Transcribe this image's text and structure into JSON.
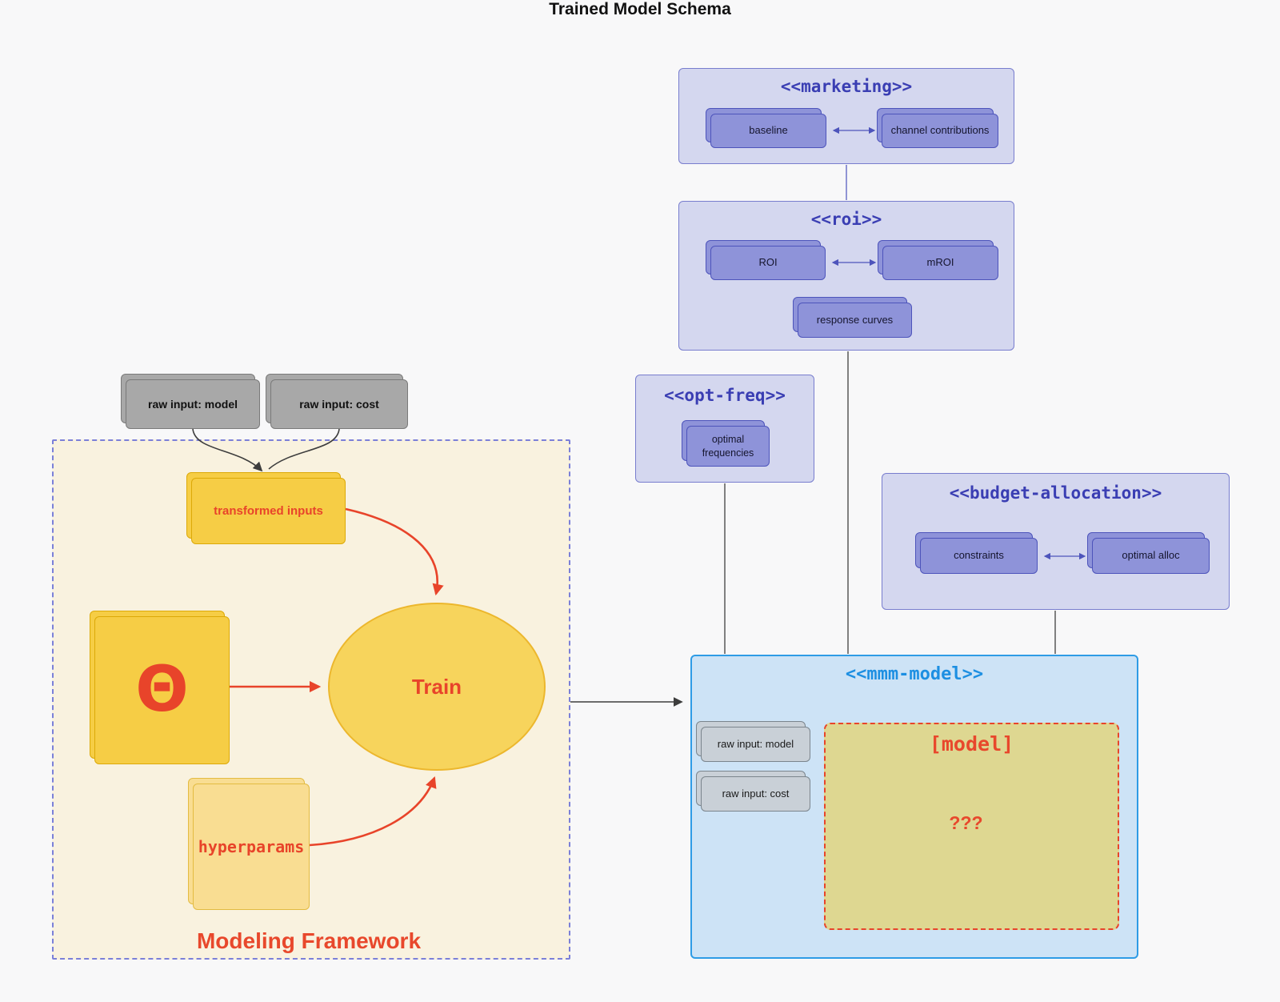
{
  "title": "Trained Model Schema",
  "colors": {
    "background": "#f8f8f9",
    "cluster_purple_fill": "#d4d7ef",
    "cluster_purple_border": "#787dce",
    "cluster_purple_title": "#3a3eb3",
    "node_purple_fill": "#8e93d9",
    "node_purple_border": "#4d54bb",
    "mmm_fill": "#cde3f6",
    "mmm_border": "#2e9ce6",
    "mmm_title": "#1d8fe2",
    "framework_fill": "#f9f2df",
    "framework_border": "#7b80d8",
    "gold_fill": "#f6cd45",
    "gold_light_fill": "#f9dd92",
    "khaki_fill": "#ded791",
    "accent_red": "#e8442a",
    "gray_node_fill": "#a8a8a8",
    "gray_light_node_fill": "#c9d0d7",
    "wire_dark": "#3d3d3d",
    "wire_purple": "#4d54bb"
  },
  "top_inputs": {
    "model": "raw input: model",
    "cost": "raw input: cost"
  },
  "marketing": {
    "label": "<<marketing>>",
    "baseline": "baseline",
    "channel": "channel contributions"
  },
  "roi": {
    "label": "<<roi>>",
    "roi": "ROI",
    "mroi": "mROI",
    "response": "response curves"
  },
  "opt_freq": {
    "label": "<<opt-freq>>",
    "optimal": "optimal frequencies"
  },
  "budget": {
    "label": "<<budget-allocation>>",
    "constraints": "constraints",
    "optimal_alloc": "optimal alloc"
  },
  "mmm": {
    "label": "<<mmm-model>>",
    "raw_model": "raw input: model",
    "raw_cost": "raw input: cost",
    "model": "[model]",
    "unknown": "???"
  },
  "framework": {
    "label": "Modeling Framework",
    "transformed": "transformed inputs",
    "theta": "Θ",
    "train": "Train",
    "hyperparams": "hyperparams"
  },
  "edges": [
    "raw input: model -> transformed inputs",
    "raw input: cost -> transformed inputs",
    "transformed inputs -> Train",
    "Θ -> Train",
    "hyperparams -> Train",
    "Modeling Framework -> mmm-model",
    "marketing -- roi",
    "roi -- mmm-model",
    "opt-freq -- mmm-model",
    "budget-allocation -- mmm-model",
    "baseline <-> channel contributions",
    "ROI <-> mROI",
    "constraints <-> optimal alloc"
  ]
}
